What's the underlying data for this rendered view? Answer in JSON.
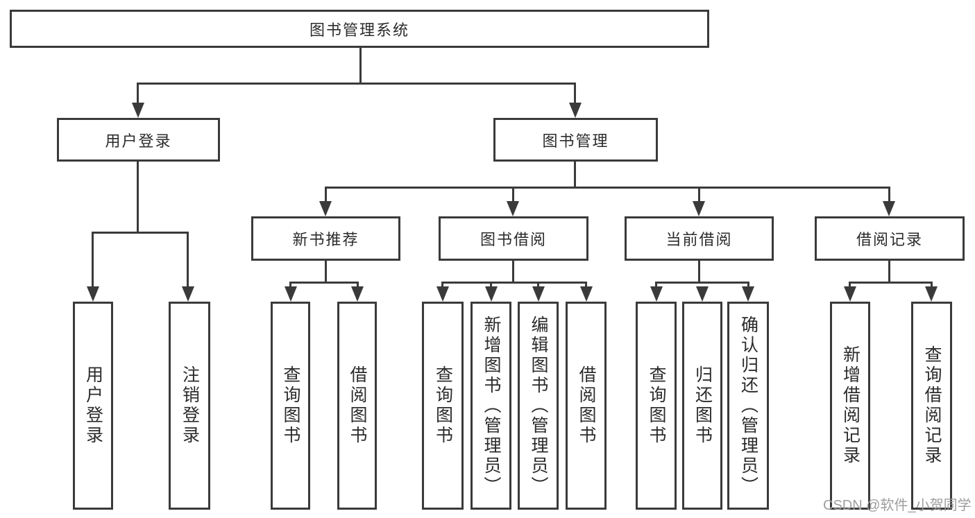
{
  "diagram_title": "图书管理系统",
  "tree": {
    "label": "图书管理系统",
    "children": [
      {
        "label": "用户登录",
        "children": [
          {
            "label": "用户登录"
          },
          {
            "label": "注销登录"
          }
        ]
      },
      {
        "label": "图书管理",
        "children": [
          {
            "label": "新书推荐",
            "children": [
              {
                "label": "查询图书"
              },
              {
                "label": "借阅图书"
              }
            ]
          },
          {
            "label": "图书借阅",
            "children": [
              {
                "label": "查询图书"
              },
              {
                "label": "新增图书（管理员）"
              },
              {
                "label": "编辑图书（管理员）"
              },
              {
                "label": "借阅图书"
              }
            ]
          },
          {
            "label": "当前借阅",
            "children": [
              {
                "label": "查询图书"
              },
              {
                "label": "归还图书"
              },
              {
                "label": "确认归还（管理员）"
              }
            ]
          },
          {
            "label": "借阅记录",
            "children": [
              {
                "label": "新增借阅记录"
              },
              {
                "label": "查询借阅记录"
              }
            ]
          }
        ]
      }
    ]
  },
  "watermark": "CSDN @软件_小贺同学",
  "colors": {
    "line": "#3a3a3a",
    "text": "#2b2b2b",
    "watermark": "#9e9e9e",
    "background": "#ffffff"
  }
}
